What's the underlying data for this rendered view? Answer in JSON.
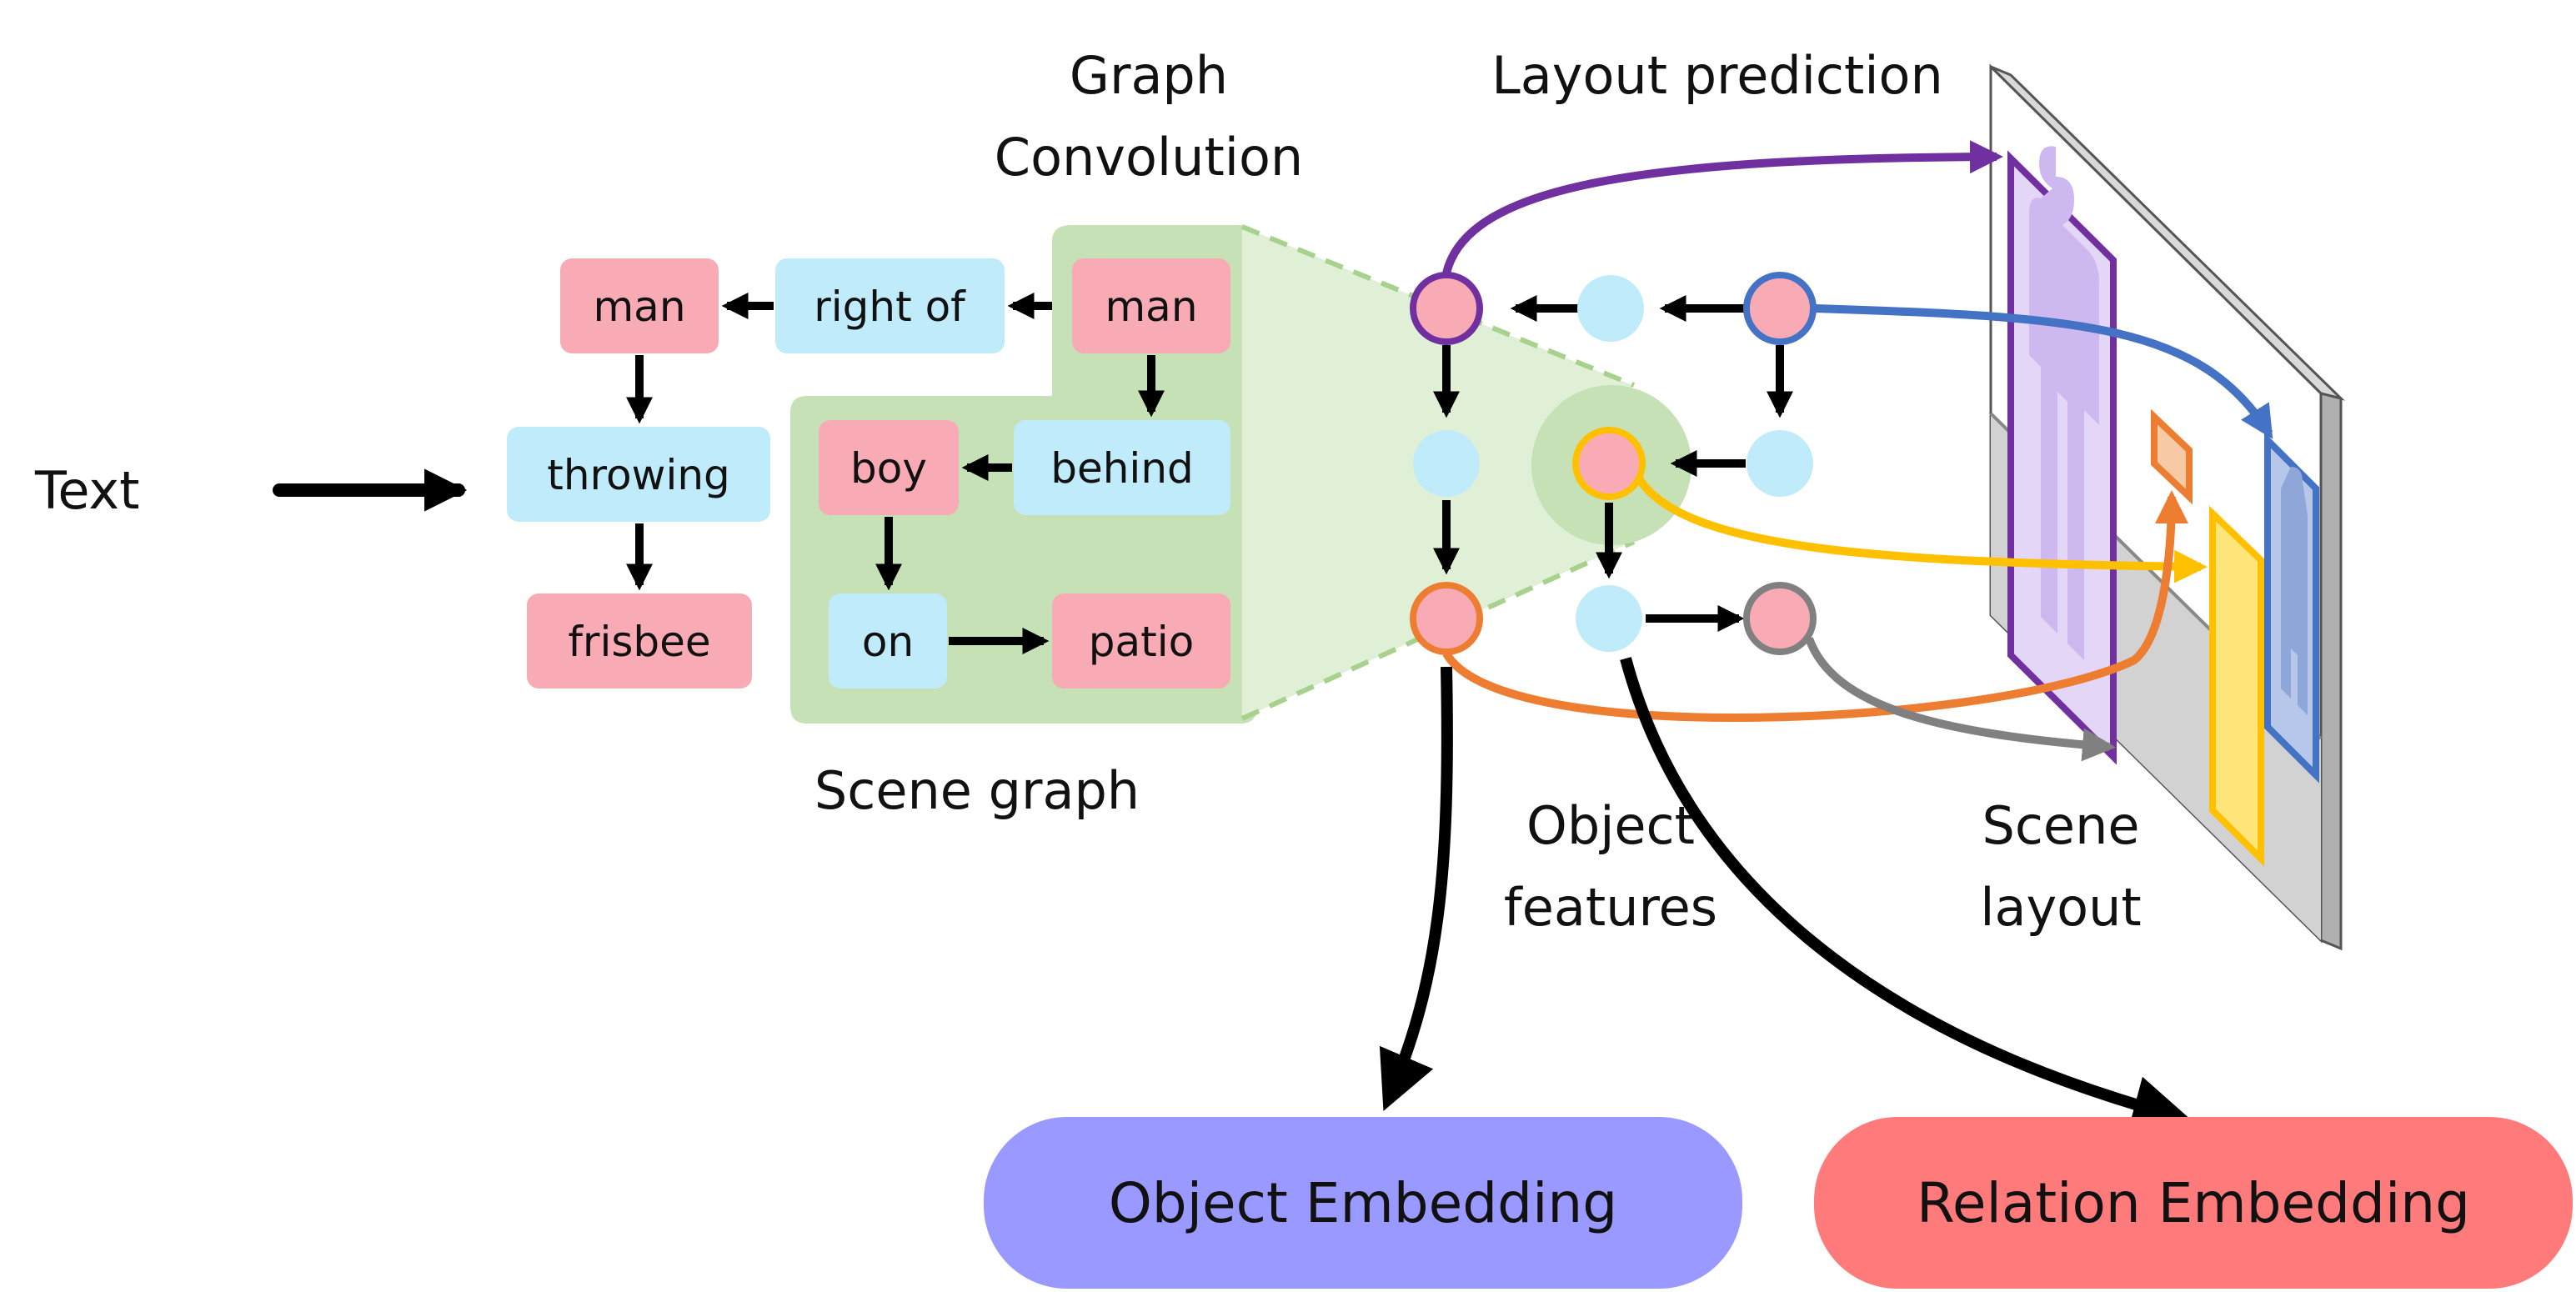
{
  "labels": {
    "input": "Text",
    "graph_conv_line1": "Graph",
    "graph_conv_line2": "Convolution",
    "layout_prediction": "Layout prediction",
    "scene_graph": "Scene graph",
    "object_features_line1": "Object",
    "object_features_line2": "features",
    "scene_layout_line1": "Scene",
    "scene_layout_line2": "layout"
  },
  "text_graph": {
    "man": "man",
    "right_of": "right of",
    "throwing": "throwing",
    "frisbee": "frisbee"
  },
  "scene_graph": {
    "man": "man",
    "behind": "behind",
    "boy": "boy",
    "on": "on",
    "patio": "patio"
  },
  "embeddings": {
    "object": "Object Embedding",
    "relation": "Relation Embedding"
  },
  "colors": {
    "object_node": "#f9abb5",
    "relation_node": "#bfebfa",
    "graph_bg": "#c5e1b5",
    "purple": "#7030a0",
    "blue": "#4472c4",
    "yellow": "#ffc000",
    "orange": "#ed7d31",
    "gray": "#808080",
    "object_embedding": "#9999ff",
    "relation_embedding": "#ff7b7b"
  }
}
